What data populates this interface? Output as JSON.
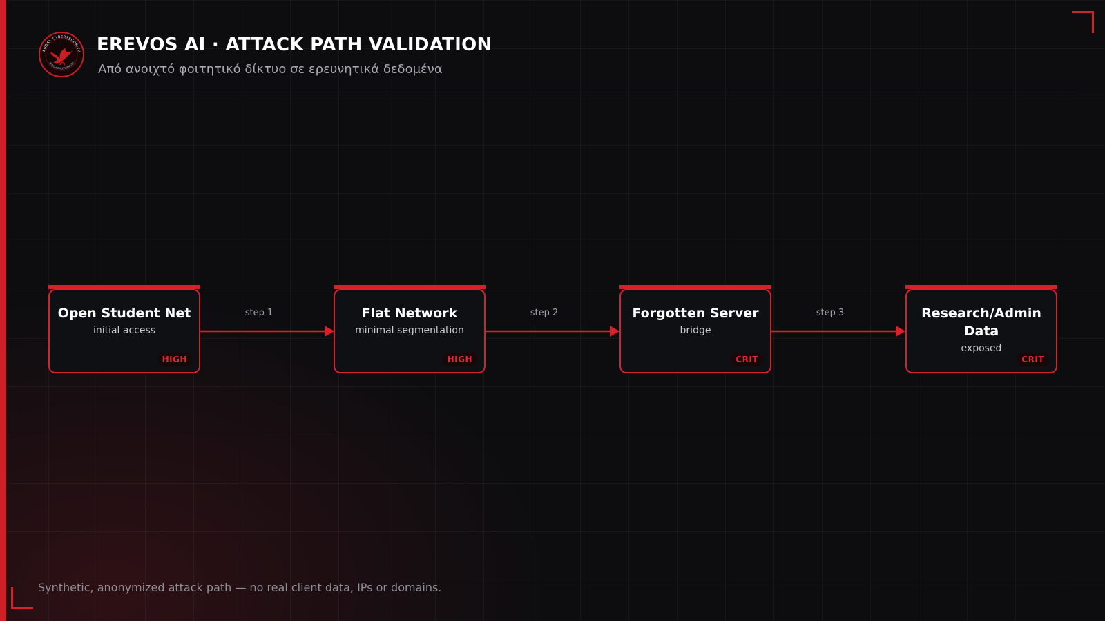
{
  "header": {
    "title": "EREVOS AI · ATTACK PATH VALIDATION",
    "subtitle": "Από ανοιχτό φοιτητικό δίκτυο σε ερευνητικά δεδομένα",
    "logo_icon": "eagle-seal-icon",
    "logo_text_top": "AUDAX CYBERSECURITY",
    "logo_text_bottom": "INTELLIGENCE SERVICES"
  },
  "nodes": [
    {
      "title": "Open Student Net",
      "subtitle": "initial access",
      "badge": "HIGH"
    },
    {
      "title": "Flat Network",
      "subtitle": "minimal segmentation",
      "badge": "HIGH"
    },
    {
      "title": "Forgotten Server",
      "subtitle": "bridge",
      "badge": "CRIT"
    },
    {
      "title": "Research/Admin Data",
      "subtitle": "exposed",
      "badge": "CRIT"
    }
  ],
  "edges": [
    {
      "label": "step 1"
    },
    {
      "label": "step 2"
    },
    {
      "label": "step 3"
    }
  ],
  "footer": {
    "note": "Synthetic, anonymized attack path — no real client data, IPs or domains."
  },
  "colors": {
    "accent": "#d4232b",
    "background": "#0d0d10",
    "node_fill": "#0f1014",
    "muted_text": "#a9a9b1"
  }
}
